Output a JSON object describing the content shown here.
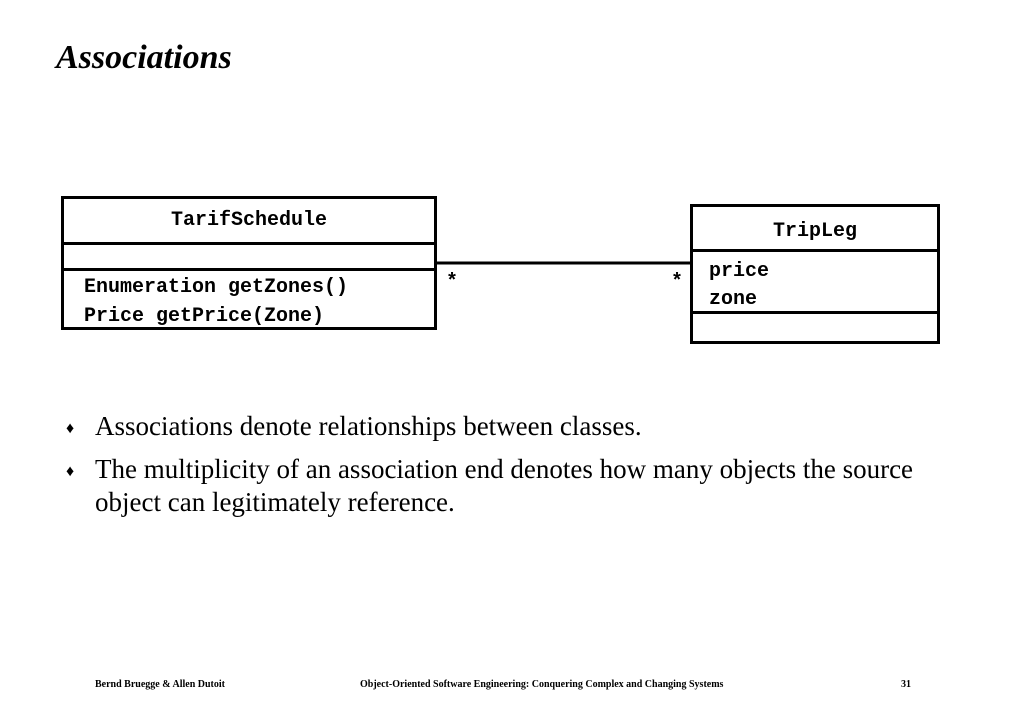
{
  "title": "Associations",
  "diagram": {
    "classes": [
      {
        "name": "TarifSchedule",
        "attributes": [],
        "operations": [
          "Enumeration getZones()",
          "Price getPrice(Zone)"
        ]
      },
      {
        "name": "TripLeg",
        "attributes": [
          "price",
          "zone"
        ],
        "operations": []
      }
    ],
    "association": {
      "from": "TarifSchedule",
      "to": "TripLeg",
      "multiplicity_from": "*",
      "multiplicity_to": "*"
    }
  },
  "bullets": [
    "Associations denote relationships between classes.",
    "The multiplicity of an association end denotes how many objects the source object can legitimately reference."
  ],
  "bullet_glyph": "♦",
  "footer": {
    "authors": "Bernd Bruegge & Allen Dutoit",
    "book": "Object-Oriented Software Engineering: Conquering Complex and Changing Systems",
    "page": "31"
  }
}
